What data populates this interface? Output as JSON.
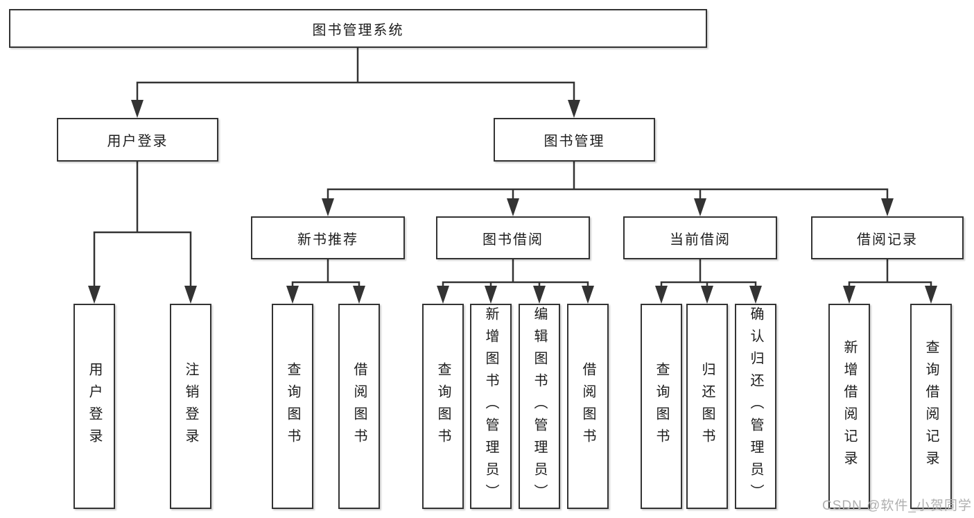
{
  "diagram": {
    "colors": {
      "line": "#333333",
      "box_border": "#333333",
      "box_background": "#ffffff",
      "text": "#1c1c1c",
      "watermark": "#b0b0b0"
    },
    "watermark": "CSDN @软件_小贺同学",
    "nodes": {
      "root": "图书管理系统",
      "user_login": "用户登录",
      "book_mgmt": "图书管理",
      "new_book_rec": "新书推荐",
      "book_borrow": "图书借阅",
      "current_borrow": "当前借阅",
      "borrow_records": "借阅记录",
      "leaf_user_login": "用户登录",
      "leaf_logout": "注销登录",
      "leaf_nbr_query_books": "查询图书",
      "leaf_nbr_borrow_books": "借阅图书",
      "leaf_bb_query_books": "查询图书",
      "leaf_bb_add_books": "新增图书（管理员）",
      "leaf_bb_edit_books": "编辑图书（管理员）",
      "leaf_bb_borrow_books": "借阅图书",
      "leaf_cb_query_books": "查询图书",
      "leaf_cb_return_books": "归还图书",
      "leaf_cb_confirm_return": "确认归还（管理员）",
      "leaf_br_add_record": "新增借阅记录",
      "leaf_br_query_record": "查询借阅记录"
    },
    "hierarchy": [
      {
        "parent": "图书管理系统",
        "children": [
          "用户登录",
          "图书管理"
        ]
      },
      {
        "parent": "用户登录",
        "children": [
          "用户登录",
          "注销登录"
        ]
      },
      {
        "parent": "图书管理",
        "children": [
          "新书推荐",
          "图书借阅",
          "当前借阅",
          "借阅记录"
        ]
      },
      {
        "parent": "新书推荐",
        "children": [
          "查询图书",
          "借阅图书"
        ]
      },
      {
        "parent": "图书借阅",
        "children": [
          "查询图书",
          "新增图书（管理员）",
          "编辑图书（管理员）",
          "借阅图书"
        ]
      },
      {
        "parent": "当前借阅",
        "children": [
          "查询图书",
          "归还图书",
          "确认归还（管理员）"
        ]
      },
      {
        "parent": "借阅记录",
        "children": [
          "新增借阅记录",
          "查询借阅记录"
        ]
      }
    ]
  }
}
